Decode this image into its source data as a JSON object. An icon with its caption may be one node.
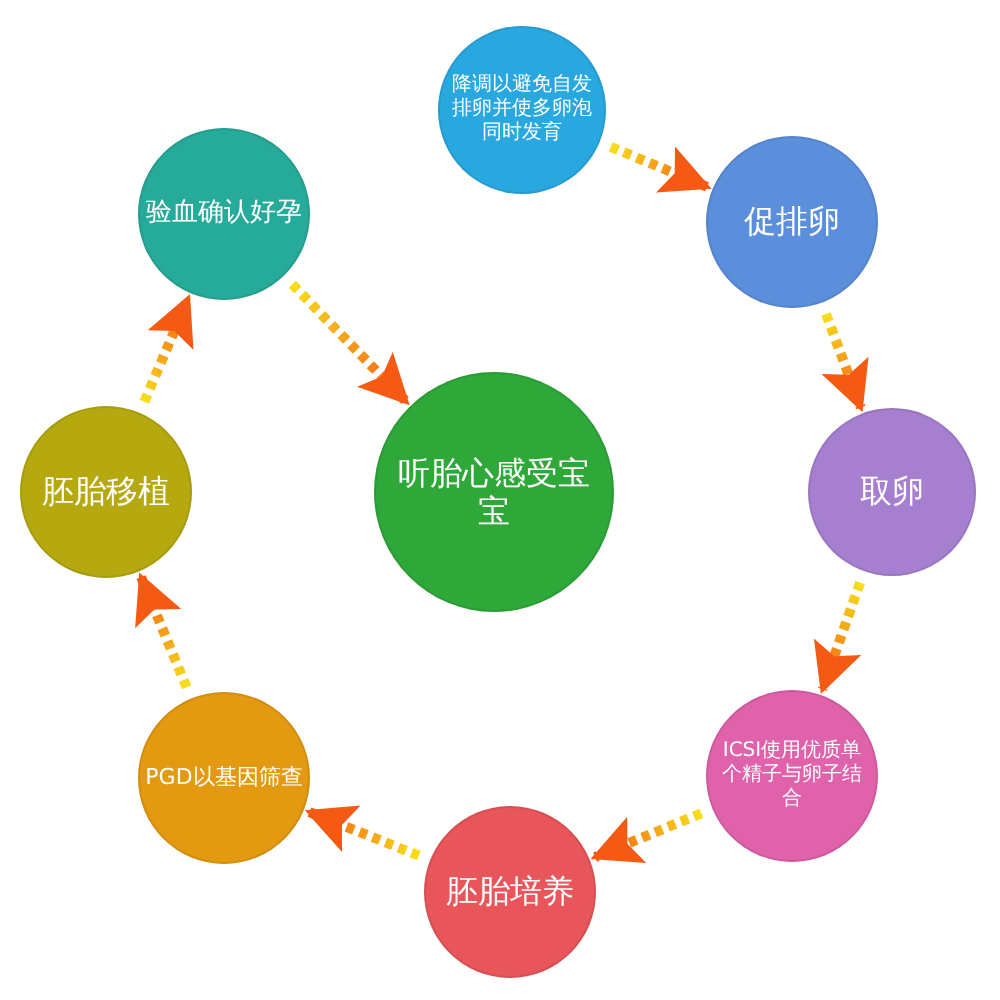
{
  "diagram": {
    "nodes": [
      {
        "text": [
          "降调以避免自发排卵并使多卵泡同时发育"
        ]
      },
      {
        "text": [
          "促排卵"
        ]
      },
      {
        "text": [
          "取卵"
        ]
      },
      {
        "text": [
          "ICSI使用优质单个精子与卵子结合"
        ]
      },
      {
        "text": [
          "胚胎培养"
        ]
      },
      {
        "text": [
          "PGD以基因筛查"
        ]
      },
      {
        "text": [
          "胚胎移植"
        ]
      },
      {
        "text": [
          "验血确认好孕"
        ]
      },
      {
        "text": [
          "听胎心感受宝宝"
        ]
      }
    ],
    "edges": [
      {
        "from": 0,
        "to": 1,
        "arrow": "to"
      },
      {
        "from": 1,
        "to": 2,
        "arrow": "to"
      },
      {
        "from": 2,
        "to": 3,
        "arrow": "to"
      },
      {
        "from": 3,
        "to": 4,
        "arrow": "to"
      },
      {
        "from": 4,
        "to": 5,
        "arrow": "to"
      },
      {
        "from": 5,
        "to": 6,
        "arrow": "to"
      },
      {
        "from": 6,
        "to": 7,
        "arrow": "to"
      },
      {
        "from": 7,
        "to": 8,
        "arrow": "to"
      }
    ]
  }
}
